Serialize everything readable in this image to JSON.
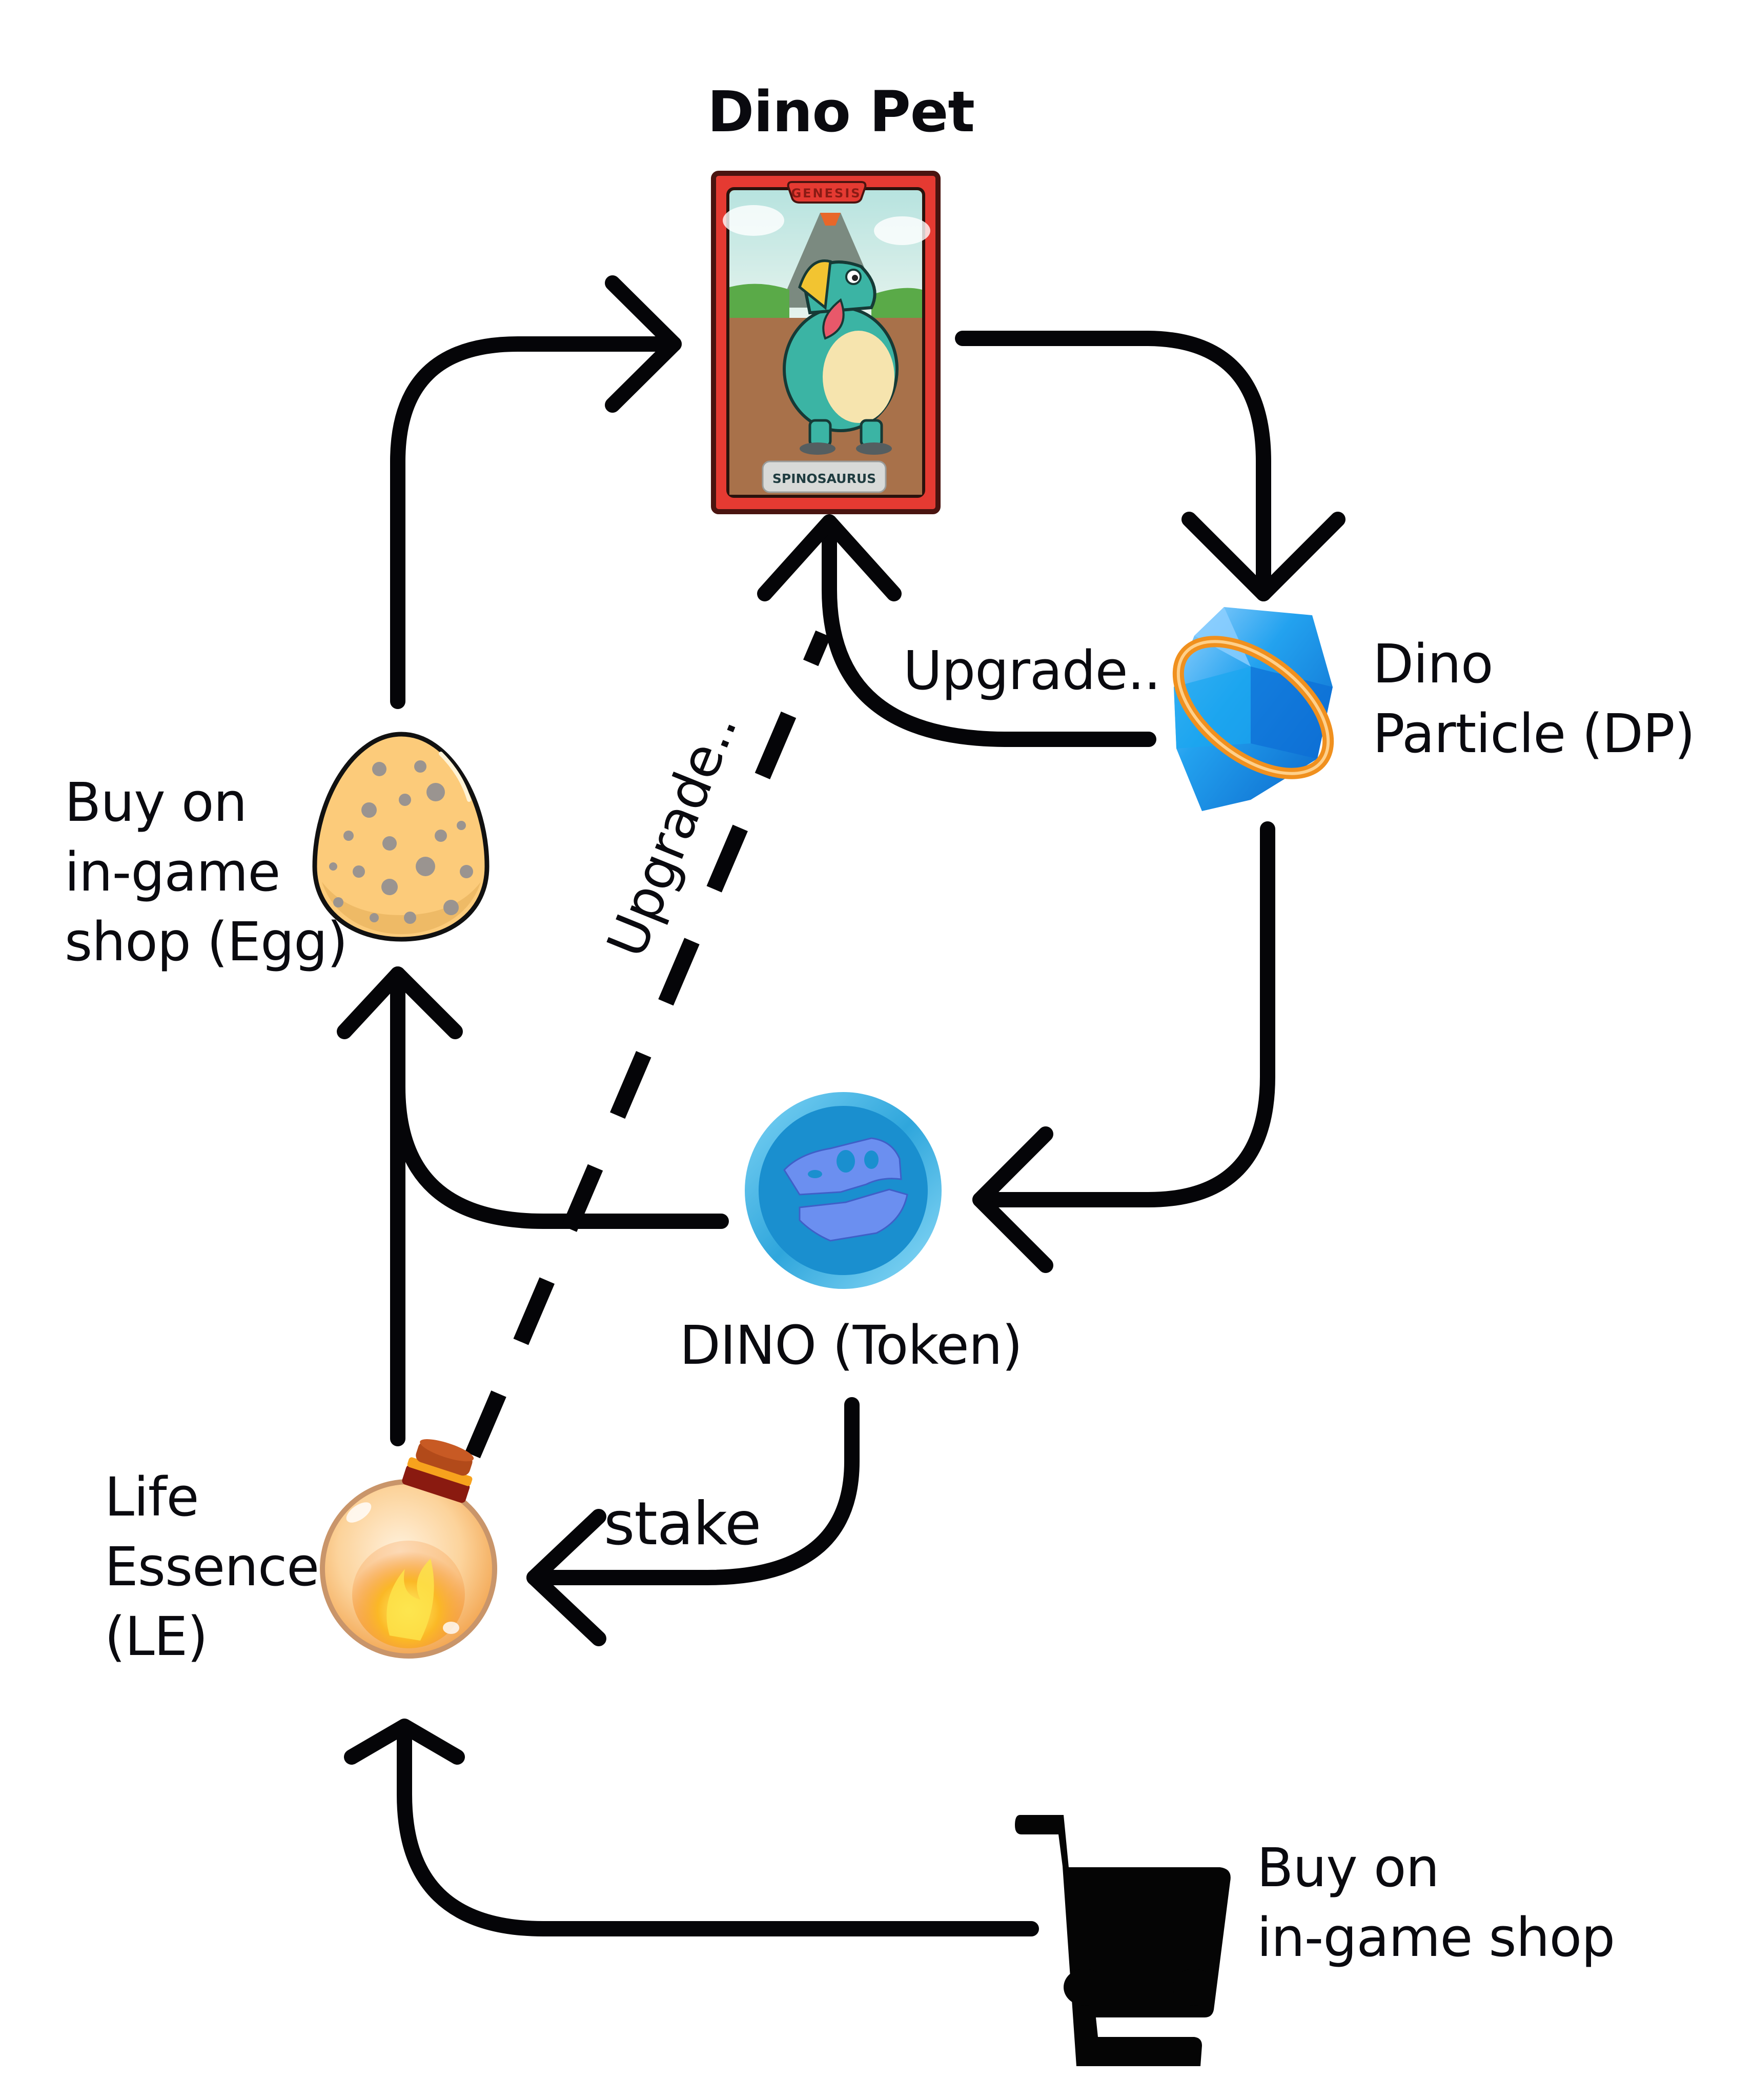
{
  "diagram": {
    "title": "Dino Pet",
    "nodes": {
      "dino_pet": {
        "label": "Dino Pet",
        "card": {
          "series": "GENESIS",
          "name": "SPINOSAURUS"
        }
      },
      "egg": {
        "label_lines": [
          "Buy on",
          "in-game",
          "shop (Egg)"
        ]
      },
      "dino_particle": {
        "label_lines": [
          "Dino",
          "Particle (DP)"
        ]
      },
      "dino_token": {
        "label": "DINO (Token)"
      },
      "life_essence": {
        "label_lines": [
          "Life",
          "Essence",
          "(LE)"
        ]
      },
      "shop": {
        "label_lines": [
          "Buy on",
          "in-game shop"
        ]
      }
    },
    "edges": [
      {
        "from": "egg",
        "to": "dino_pet",
        "style": "solid",
        "label": ""
      },
      {
        "from": "dino_pet",
        "to": "dino_particle",
        "style": "solid",
        "label": ""
      },
      {
        "from": "dino_particle",
        "to": "dino_pet",
        "style": "solid",
        "label": "Upgrade.."
      },
      {
        "from": "dino_particle",
        "to": "dino_token",
        "style": "solid",
        "label": ""
      },
      {
        "from": "dino_token",
        "to": "egg",
        "style": "solid",
        "label": ""
      },
      {
        "from": "life_essence",
        "to": "egg",
        "style": "solid",
        "label": ""
      },
      {
        "from": "life_essence",
        "to": "dino_pet",
        "style": "dashed",
        "label": "Upgrade.."
      },
      {
        "from": "dino_token",
        "to": "life_essence",
        "style": "solid",
        "label": "stake"
      },
      {
        "from": "shop",
        "to": "life_essence",
        "style": "solid",
        "label": ""
      }
    ],
    "colors": {
      "stroke": "#050508",
      "card_red": "#e53a32",
      "card_outline": "#4a1410",
      "coin_rim": "#45b4e4",
      "coin_face": "#1a8fcf",
      "skull": "#6b8ff0",
      "crystal": "#1e88e5",
      "ring": "#f0901e",
      "egg": "#fccb7a",
      "egg_spots": "#9a9490",
      "bottle": "#fbd6a4",
      "cork": "#a8431a"
    }
  }
}
